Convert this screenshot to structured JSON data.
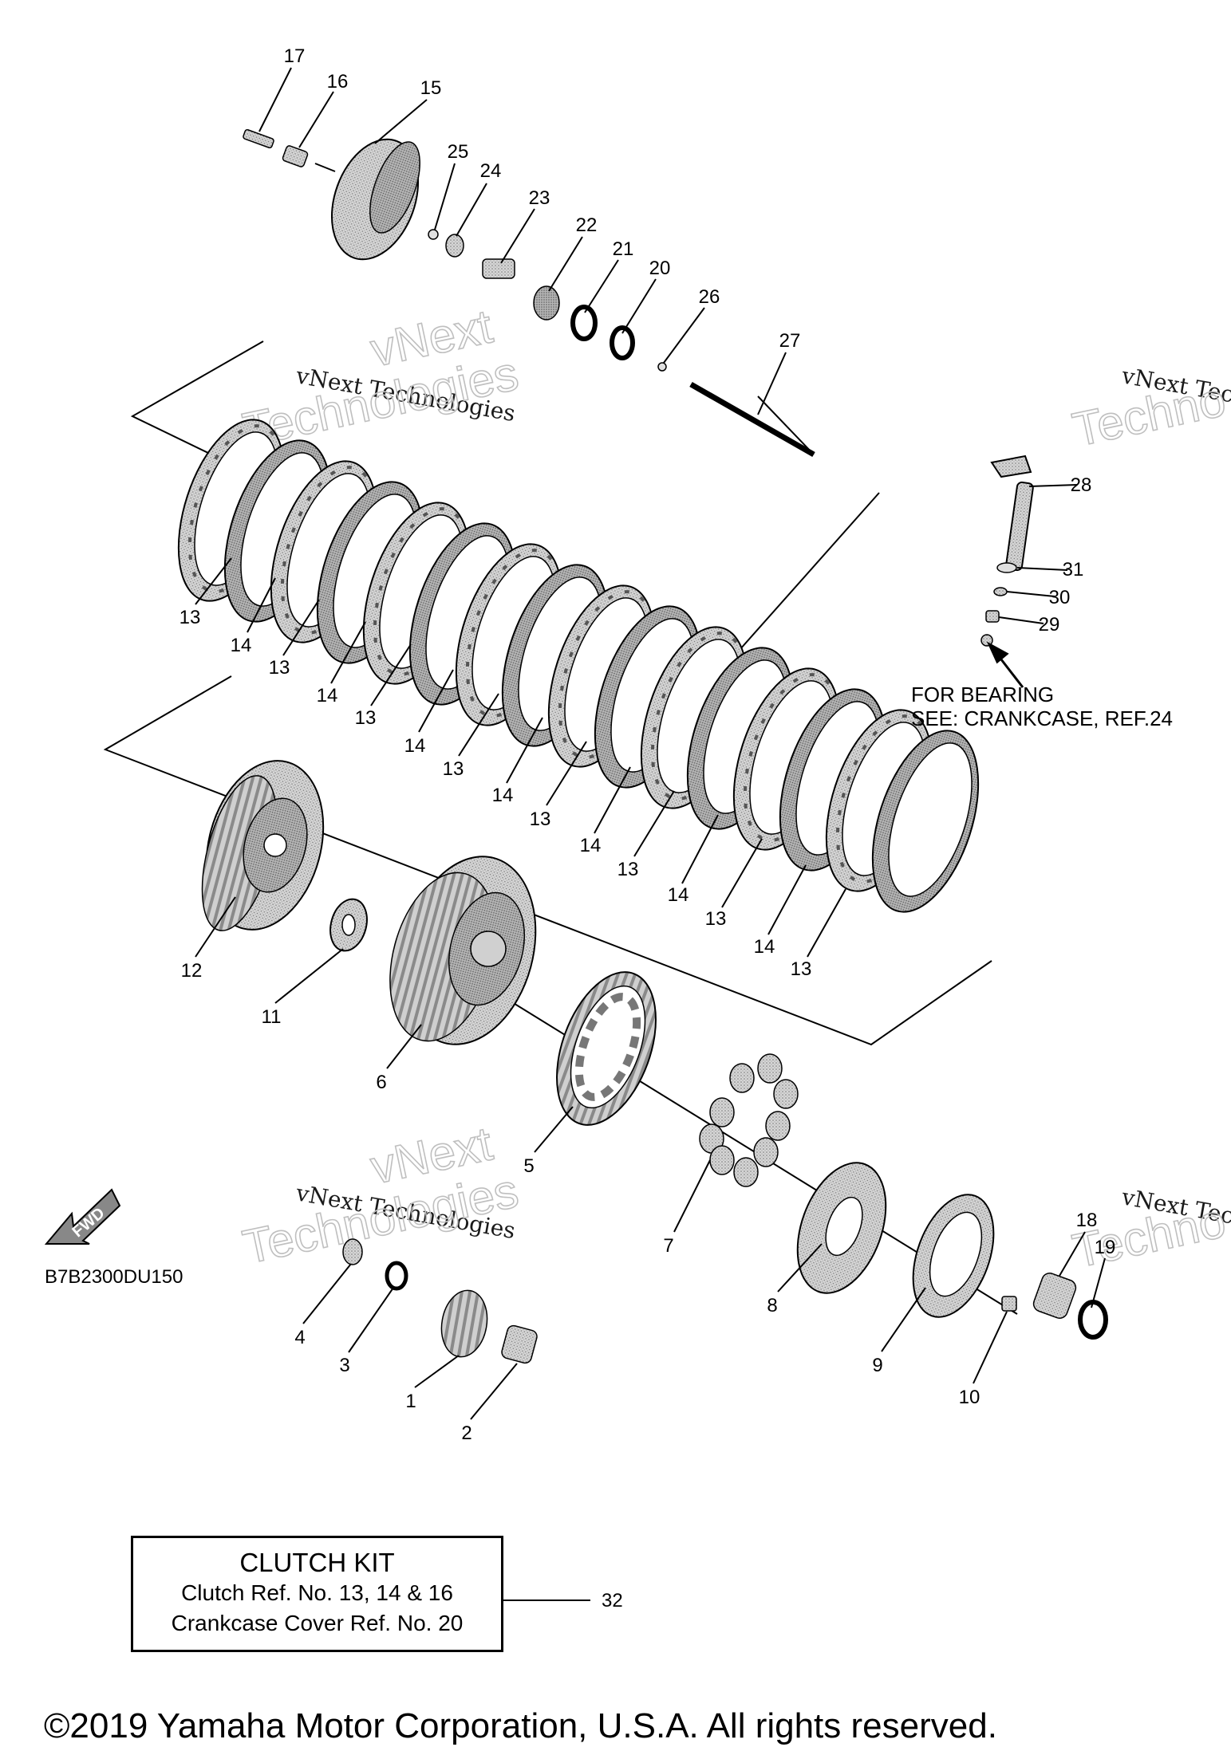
{
  "diagram": {
    "diagram_code": "B7B2300DU150",
    "bearing_note": {
      "line1": "FOR BEARING",
      "line2": "SEE: CRANKCASE, REF.24"
    },
    "clutch_kit": {
      "title": "CLUTCH KIT",
      "line1": "Clutch Ref. No. 13, 14 & 16",
      "line2": "Crankcase Cover Ref. No. 20",
      "ref": "32"
    },
    "fwd_label": "FWD",
    "watermark": {
      "small": "vNext Technologies",
      "line1": "vNext",
      "line2": "Technologies",
      "partial_small": "vNext Tec",
      "partial_big": "Techno"
    },
    "copyright": "©2019 Yamaha Motor Corporation, U.S.A. All rights reserved.",
    "callouts": {
      "c1": "1",
      "c2": "2",
      "c3": "3",
      "c4": "4",
      "c5": "5",
      "c6": "6",
      "c7": "7",
      "c8": "8",
      "c9": "9",
      "c10": "10",
      "c11": "11",
      "c12": "12",
      "c13": "13",
      "c14": "14",
      "c15": "15",
      "c16": "16",
      "c17": "17",
      "c18": "18",
      "c19": "19",
      "c20": "20",
      "c21": "21",
      "c22": "22",
      "c23": "23",
      "c24": "24",
      "c25": "25",
      "c26": "26",
      "c27": "27",
      "c28": "28",
      "c29": "29",
      "c30": "30",
      "c31": "31"
    }
  }
}
